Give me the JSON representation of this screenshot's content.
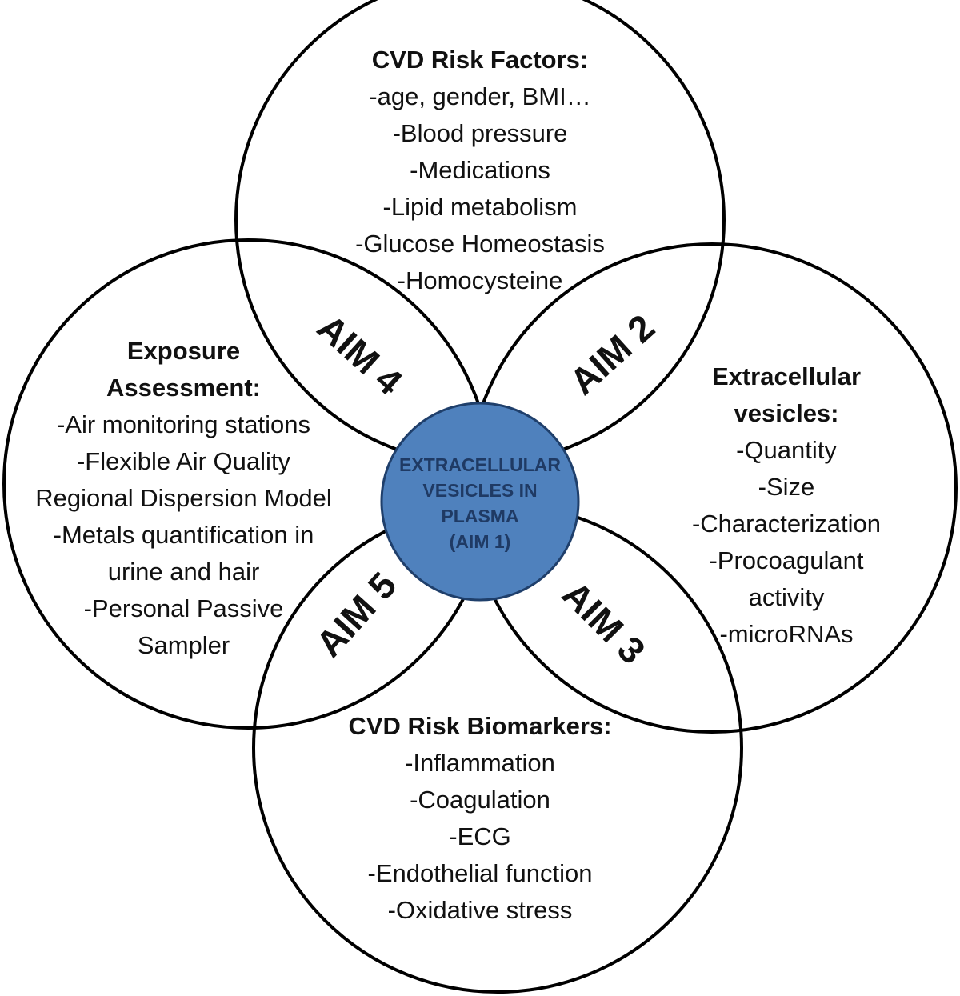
{
  "colors": {
    "outline": "#000000",
    "center_fill": "#4f81bd",
    "center_stroke": "#1f3f6b",
    "center_text": "#1f3a64"
  },
  "top": {
    "heading": "CVD Risk Factors:",
    "items": [
      "-age, gender, BMI…",
      "-Blood pressure",
      "-Medications",
      "-Lipid metabolism",
      "-Glucose Homeostasis",
      "-Homocysteine"
    ]
  },
  "left": {
    "heading_lines": [
      "Exposure",
      "Assessment:"
    ],
    "items": [
      "-Air monitoring stations",
      "-Flexible Air Quality",
      "Regional Dispersion Model",
      "-Metals quantification in",
      "urine and hair",
      "-Personal Passive",
      "Sampler"
    ]
  },
  "right": {
    "heading_lines": [
      "Extracellular",
      "vesicles:"
    ],
    "items": [
      "-Quantity",
      "-Size",
      "-Characterization",
      "-Procoagulant",
      "activity",
      "-microRNAs"
    ]
  },
  "bottom": {
    "heading": "CVD Risk Biomarkers:",
    "items": [
      "-Inflammation",
      "-Coagulation",
      "-ECG",
      "-Endothelial function",
      "-Oxidative stress"
    ]
  },
  "center": {
    "lines": [
      "EXTRACELLULAR",
      "VESICLES IN",
      "PLASMA",
      "(AIM 1)"
    ]
  },
  "aims": {
    "aim2": "AIM 2",
    "aim3": "AIM 3",
    "aim4": "AIM 4",
    "aim5": "AIM 5"
  }
}
